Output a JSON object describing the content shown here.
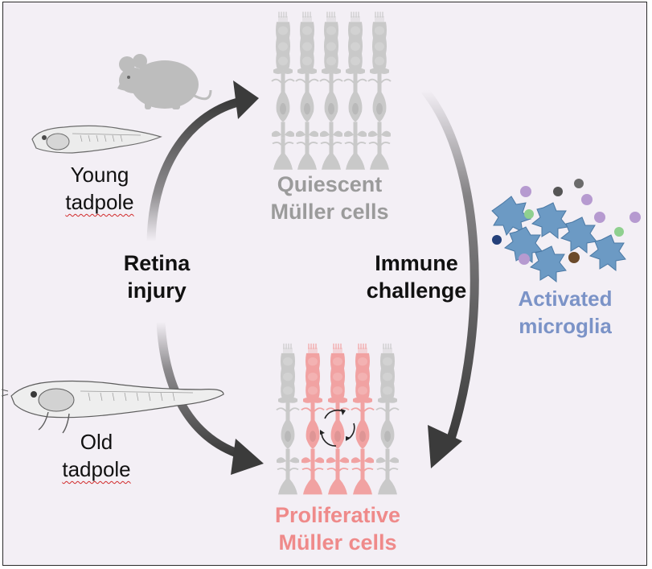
{
  "labels": {
    "young_tadpole": [
      "Young",
      "tadpole"
    ],
    "old_tadpole": [
      "Old",
      "tadpole"
    ],
    "retina_injury": [
      "Retina",
      "injury"
    ],
    "immune_challenge": [
      "Immune",
      "challenge"
    ],
    "quiescent": [
      "Quiescent",
      "Müller cells"
    ],
    "proliferative": [
      "Proliferative",
      "Müller cells"
    ],
    "activated_microglia": [
      "Activated",
      "microglia"
    ]
  },
  "colors": {
    "background": "#f3eff5",
    "border": "#2b2b2b",
    "cell_grey": "#c9c9c9",
    "cell_pink": "#f1a2a2",
    "mouse_grey": "#bdbdbd",
    "arrow_dark": "#3b3b3b",
    "microglia_blue": "#6c9ac4",
    "label_grey": "#9b9b9b",
    "label_pink": "#ef8a8a",
    "label_blue": "#7b93c7"
  },
  "icons": {
    "mouse": "mouse-icon",
    "young_tadpole": "young-tadpole-icon",
    "old_tadpole": "old-tadpole-icon",
    "cycle": "cycle-arrows-icon"
  }
}
